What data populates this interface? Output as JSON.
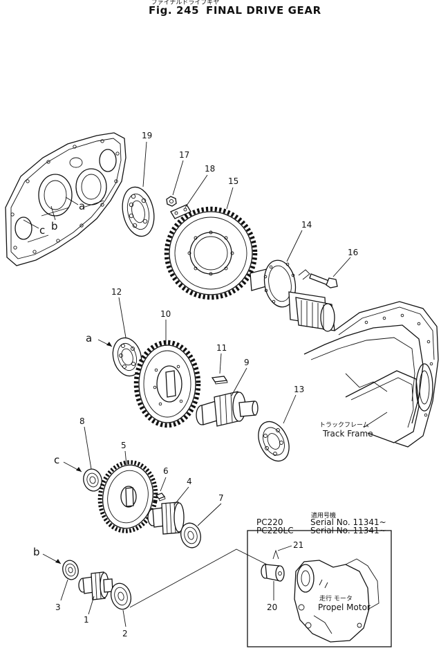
{
  "figure": {
    "number_label": "Fig. 245",
    "title": "FINAL DRIVE GEAR",
    "japanese_title": "ファイナルドライブギヤ"
  },
  "applicability": {
    "heading_jp": "適用号機",
    "rows": [
      {
        "model": "PC220",
        "serial": "Serial No. 11341~"
      },
      {
        "model": "PC220LC",
        "serial": "Serial No. 11341~"
      }
    ]
  },
  "labels": {
    "track_frame_jp": "トラックフレーム",
    "track_frame": "Track Frame",
    "propel_motor_jp": "走行 モータ",
    "propel_motor": "Propel Motor"
  },
  "callouts": {
    "p1": "1",
    "p2": "2",
    "p3": "3",
    "p4": "4",
    "p5": "5",
    "p6": "6",
    "p7": "7",
    "p8": "8",
    "p9": "9",
    "p10": "10",
    "p11": "11",
    "p12": "12",
    "p13": "13",
    "p14": "14",
    "p15": "15",
    "p16": "16",
    "p17": "17",
    "p18": "18",
    "p19": "19",
    "p20": "20",
    "p21": "21"
  },
  "letters": {
    "a": "a",
    "b": "b",
    "c": "c"
  }
}
